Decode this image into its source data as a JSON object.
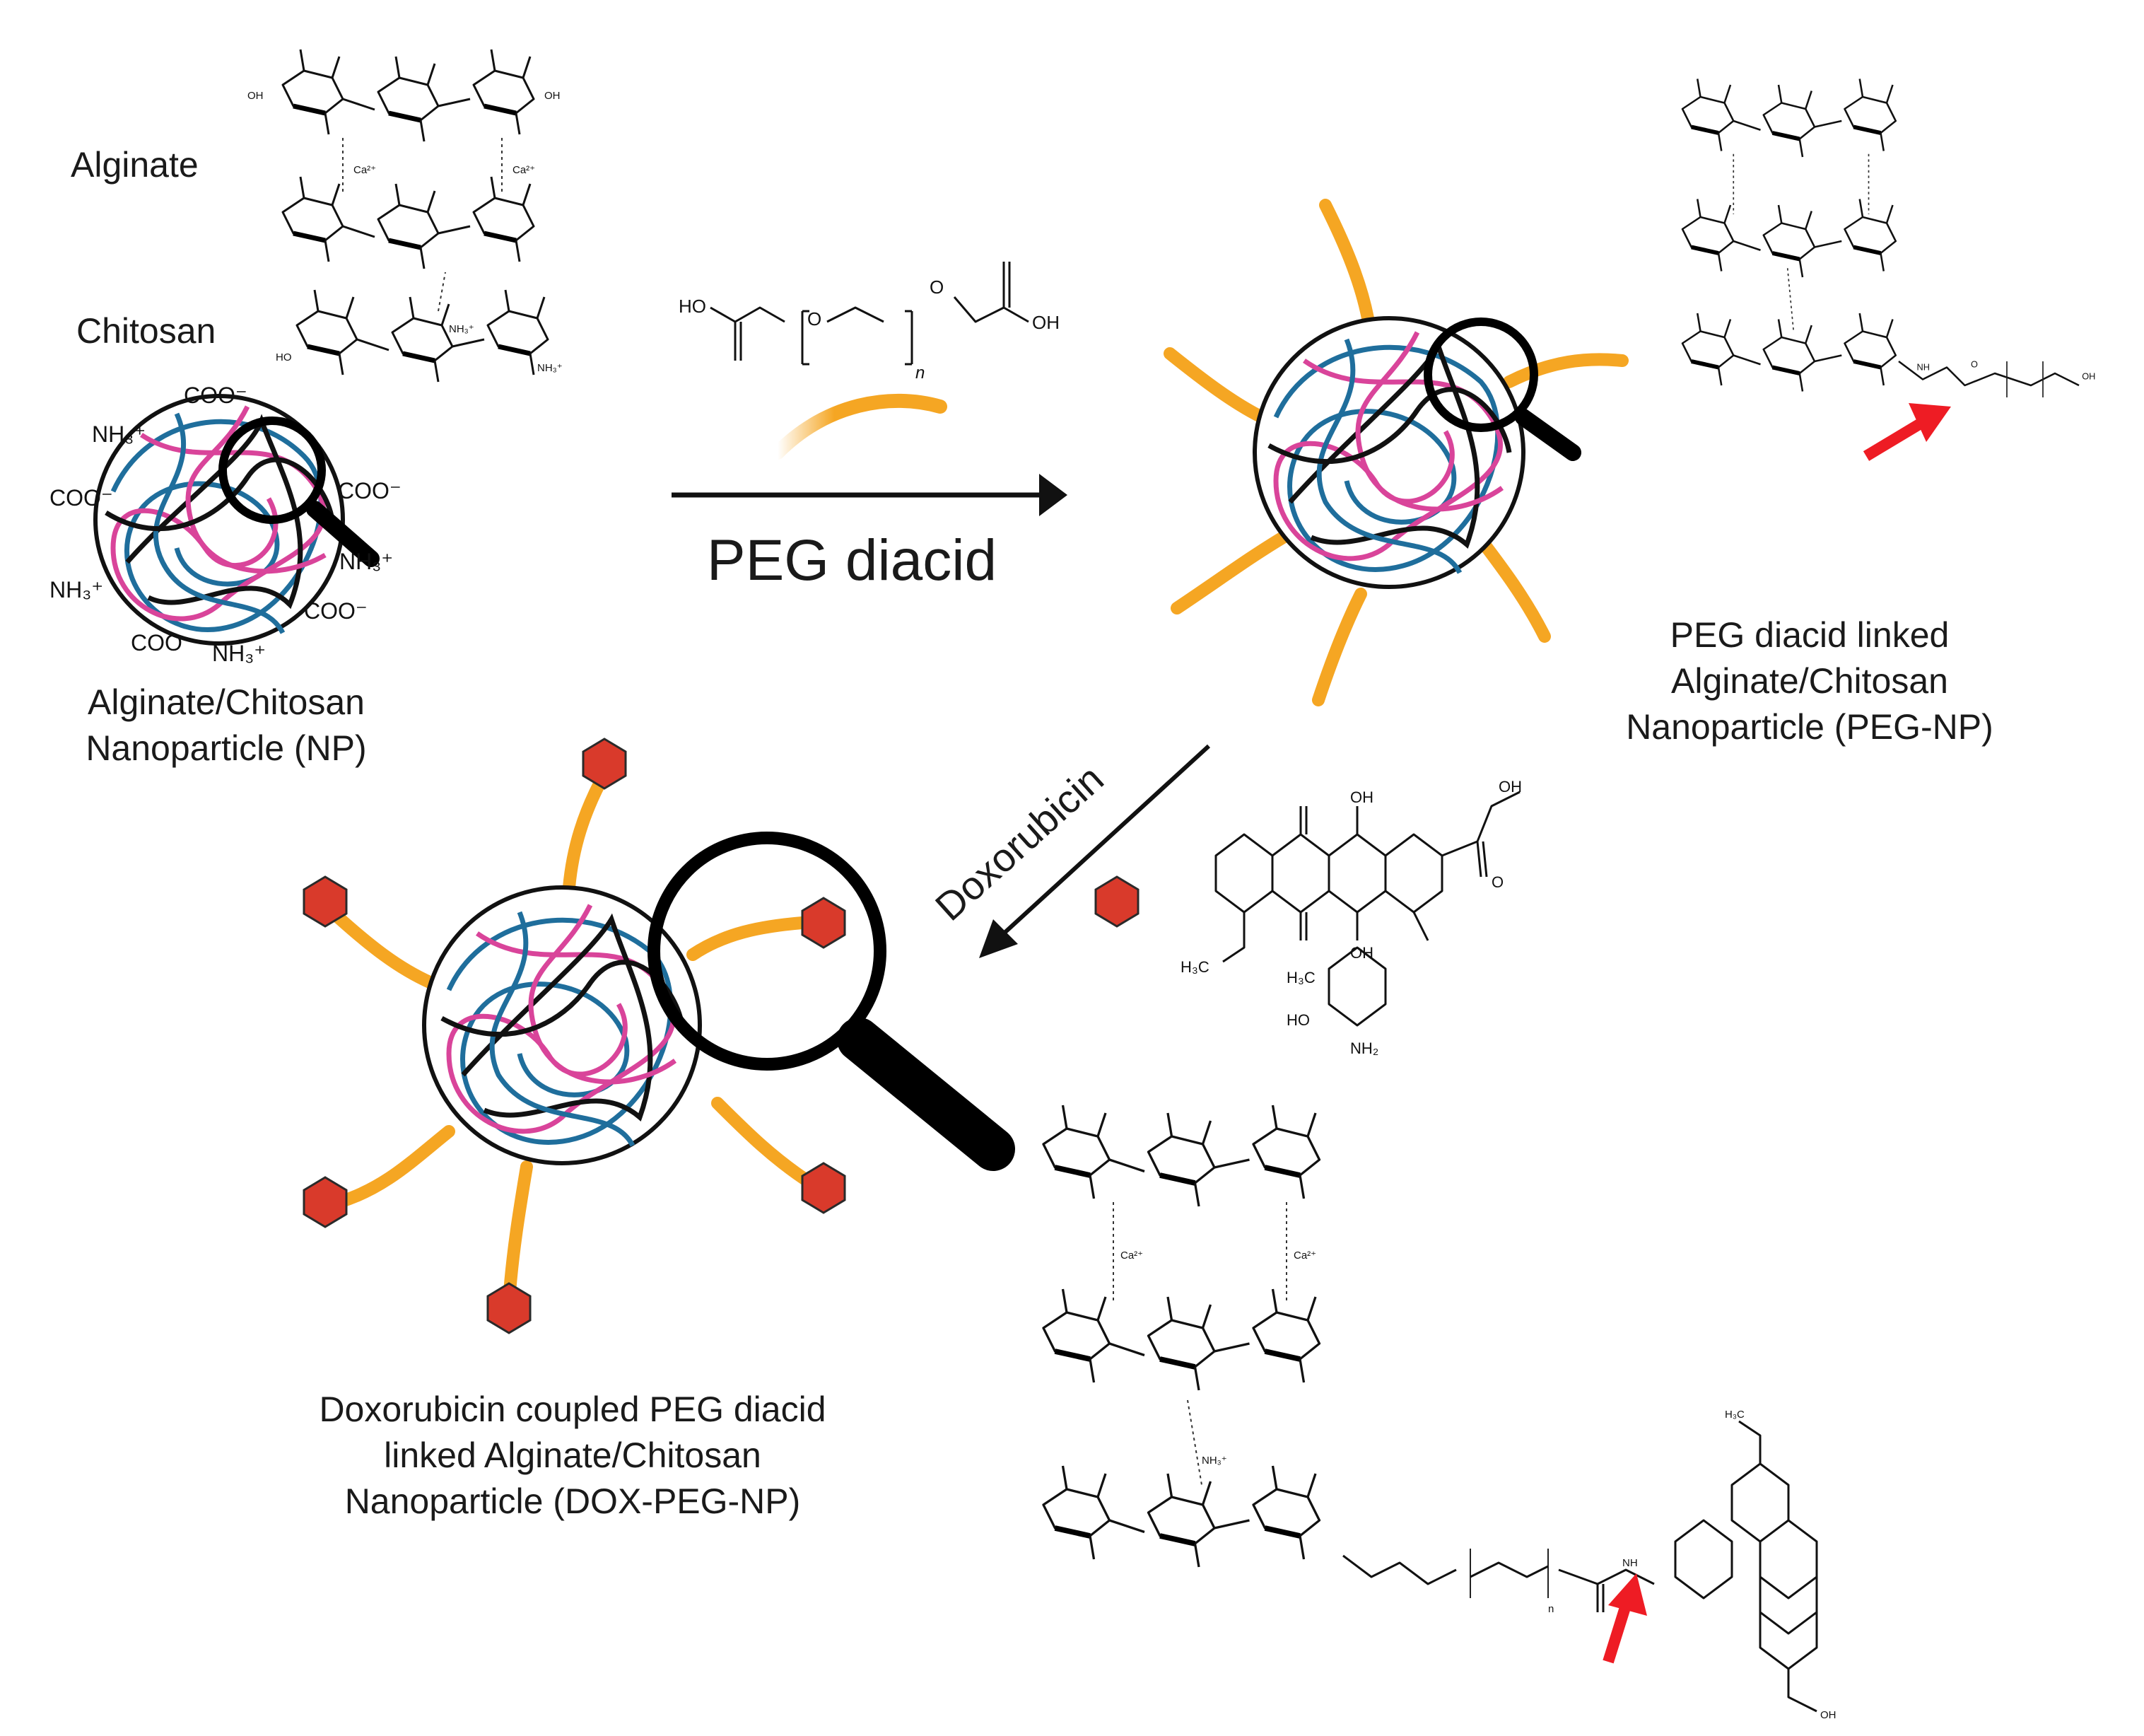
{
  "labels": {
    "alginate": "Alginate",
    "chitosan": "Chitosan",
    "np_line1": "Alginate/Chitosan",
    "np_line2": "Nanoparticle (NP)",
    "peg_diacid": "PEG diacid",
    "pegnp_line1": "PEG diacid linked",
    "pegnp_line2": "Alginate/Chitosan",
    "pegnp_line3": "Nanoparticle (PEG-NP)",
    "doxorubicin": "Doxorubicin",
    "doxnp_line1": "Doxorubicin coupled PEG diacid",
    "doxnp_line2": "linked Alginate/Chitosan",
    "doxnp_line3": "Nanoparticle (DOX-PEG-NP)"
  },
  "surface_groups": {
    "coo1": "COO⁻",
    "nh1": "NH₃⁺",
    "coo2": "COO⁻",
    "coo3": "COO⁻",
    "nh2": "NH₃⁺",
    "nh3": "NH₃⁺",
    "coo4": "COO⁻",
    "coo5": "COO⁻",
    "nh4": "NH₃⁺"
  },
  "peg_formula": {
    "ho": "HO",
    "o1": "O",
    "o2": "O",
    "n": "n",
    "oh": "OH"
  },
  "chem_text": {
    "oh": "OH",
    "ho": "HO",
    "h3c": "H₃C",
    "nh2": "NH₂",
    "nh3": "NH₃⁺",
    "ca": "Ca²⁺",
    "o": "O",
    "nh": "NH",
    "n": "n"
  },
  "colors": {
    "alginate_strand": "#d9449a",
    "chitosan_strand": "#1f6e9c",
    "crosslink": "#111111",
    "peg": "#f5a623",
    "drug": "#d93a2b",
    "highlight_arrow": "#ee1c24"
  },
  "icons": [
    "magnifier-icon",
    "reaction-arrow-icon",
    "highlight-arrow-icon",
    "drug-hexagon-icon"
  ]
}
